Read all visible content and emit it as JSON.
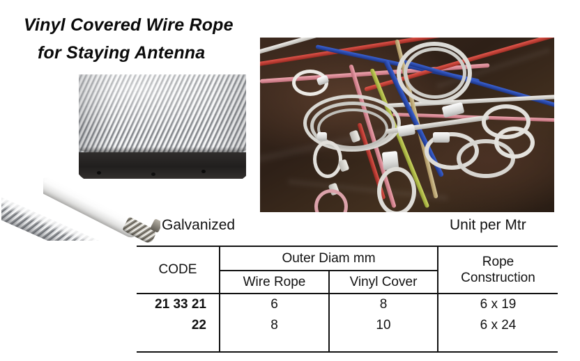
{
  "title": {
    "line1": "Vinyl Covered Wire Rope",
    "line2": "for Staying Antenna"
  },
  "captions": {
    "galvanized": "Galvanized",
    "unit": "Unit per Mtr"
  },
  "photos": {
    "spool": "galvanized-wire-rope-spool-photo",
    "clear_sample": "clear-vinyl-covered-wire-rope-sample-photo",
    "white_sample": "white-vinyl-covered-wire-rope-cut-end-photo",
    "ropes": "assorted-vinyl-covered-wire-rope-slings-photo"
  },
  "colors": {
    "text": "#111111",
    "rule": "#111111",
    "velvet_background": "#3a2820",
    "rope_red": "#c8352e",
    "rope_blue": "#2446a8",
    "rope_pink": "#e08b98",
    "rope_white": "#e9e7e2",
    "rope_yellow_green": "#b9c24a",
    "rope_tan": "#c2ab7c",
    "rope_silver": "#cfcec9"
  },
  "table": {
    "header": {
      "code": "CODE",
      "outer_diam": "Outer Diam  mm",
      "wire_rope": "Wire Rope",
      "vinyl_cover": "Vinyl Cover",
      "rope_construction_line1": "Rope",
      "rope_construction_line2": "Construction"
    },
    "rows": [
      {
        "code": "21 33 21",
        "wire_rope": "6",
        "vinyl_cover": "8",
        "construction": "6 x 19"
      },
      {
        "code": "22",
        "wire_rope": "8",
        "vinyl_cover": "10",
        "construction": "6 x 24"
      }
    ]
  }
}
